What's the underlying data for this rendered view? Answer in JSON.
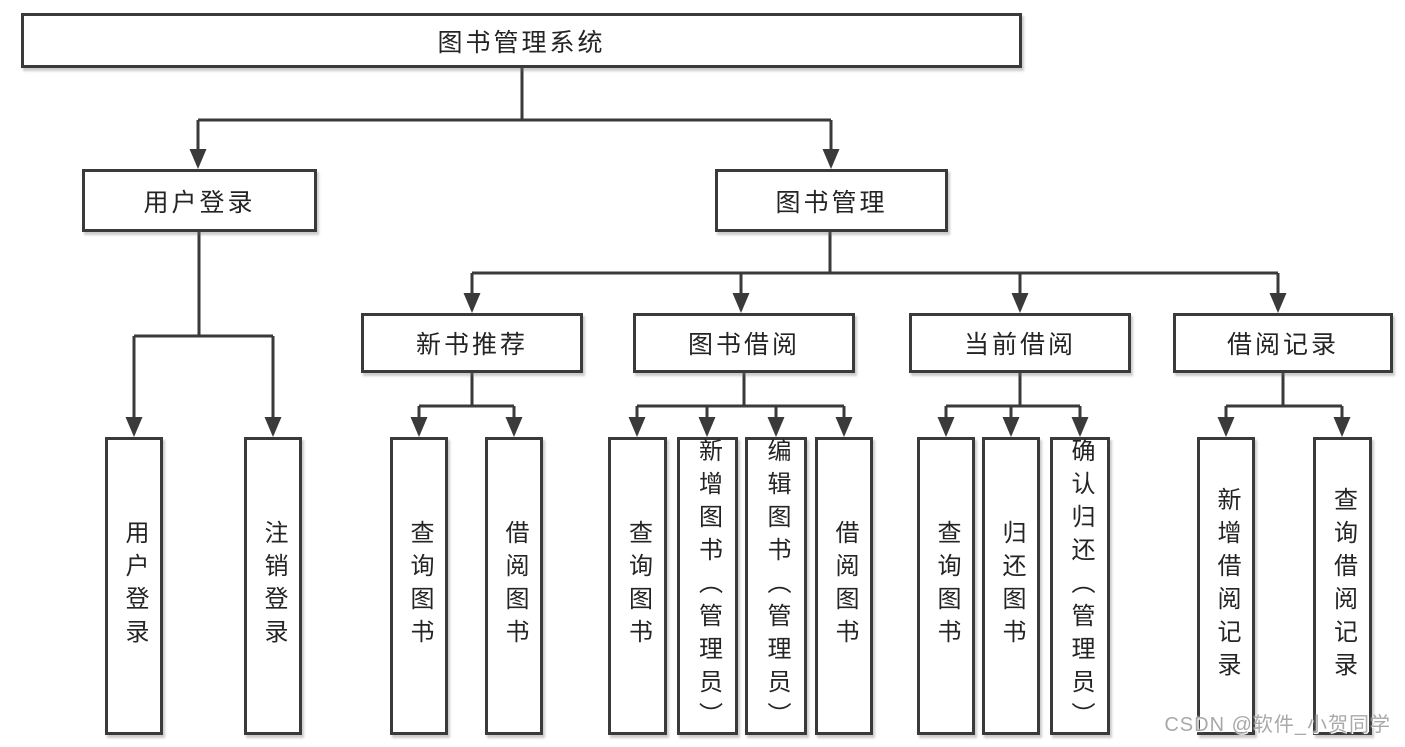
{
  "tree": {
    "root": {
      "label": "图书管理系统",
      "children": [
        {
          "label": "用户登录",
          "children": [
            {
              "label": "用户登录"
            },
            {
              "label": "注销登录"
            }
          ]
        },
        {
          "label": "图书管理",
          "children": [
            {
              "label": "新书推荐",
              "children": [
                {
                  "label": "查询图书"
                },
                {
                  "label": "借阅图书"
                }
              ]
            },
            {
              "label": "图书借阅",
              "children": [
                {
                  "label": "查询图书"
                },
                {
                  "label": "新增图书（管理员）"
                },
                {
                  "label": "编辑图书（管理员）"
                },
                {
                  "label": "借阅图书"
                }
              ]
            },
            {
              "label": "当前借阅",
              "children": [
                {
                  "label": "查询图书"
                },
                {
                  "label": "归还图书"
                },
                {
                  "label": "确认归还（管理员）"
                }
              ]
            },
            {
              "label": "借阅记录",
              "children": [
                {
                  "label": "新增借阅记录"
                },
                {
                  "label": "查询借阅记录"
                }
              ]
            }
          ]
        }
      ]
    }
  },
  "watermark": {
    "text": "CSDN @软件_小贺同学"
  },
  "colors": {
    "background": "#ffffff",
    "line": "#3a3a3a",
    "box_border": "#3a3a3a",
    "text": "#242424",
    "watermark_text": "#a9a9a9"
  }
}
